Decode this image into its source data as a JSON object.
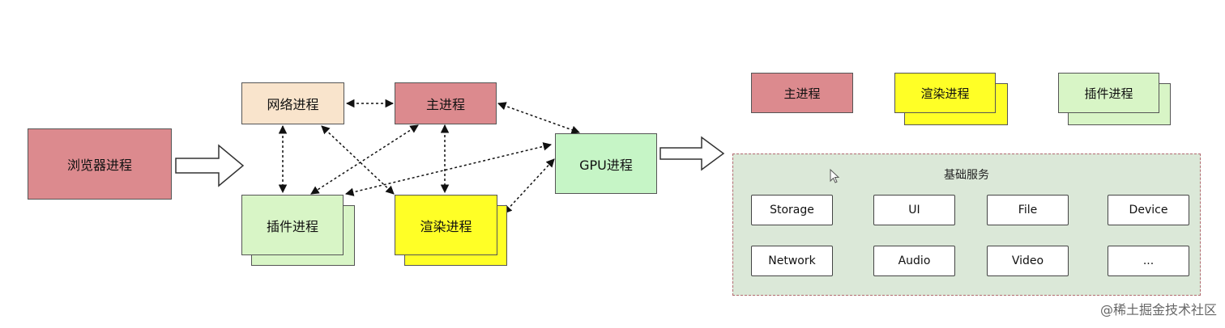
{
  "colors": {
    "browser": "#dc8a8e",
    "network": "#f9e4cc",
    "main": "#dc8a8e",
    "gpu": "#c6f5c6",
    "plugin": "#d8f5c6",
    "render": "#ffff26",
    "base_panel": "#dbe8d8"
  },
  "left": {
    "browser_process": "浏览器进程",
    "network_process": "网络进程",
    "main_process": "主进程",
    "plugin_process": "插件进程",
    "render_process": "渲染进程",
    "gpu_process": "GPU进程"
  },
  "right": {
    "main_process": "主进程",
    "render_process": "渲染进程",
    "plugin_process": "插件进程",
    "base_services": {
      "title": "基础服务",
      "items": [
        "Storage",
        "UI",
        "File",
        "Device",
        "Network",
        "Audio",
        "Video",
        "..."
      ]
    }
  },
  "watermark": "@稀土掘金技术社区"
}
